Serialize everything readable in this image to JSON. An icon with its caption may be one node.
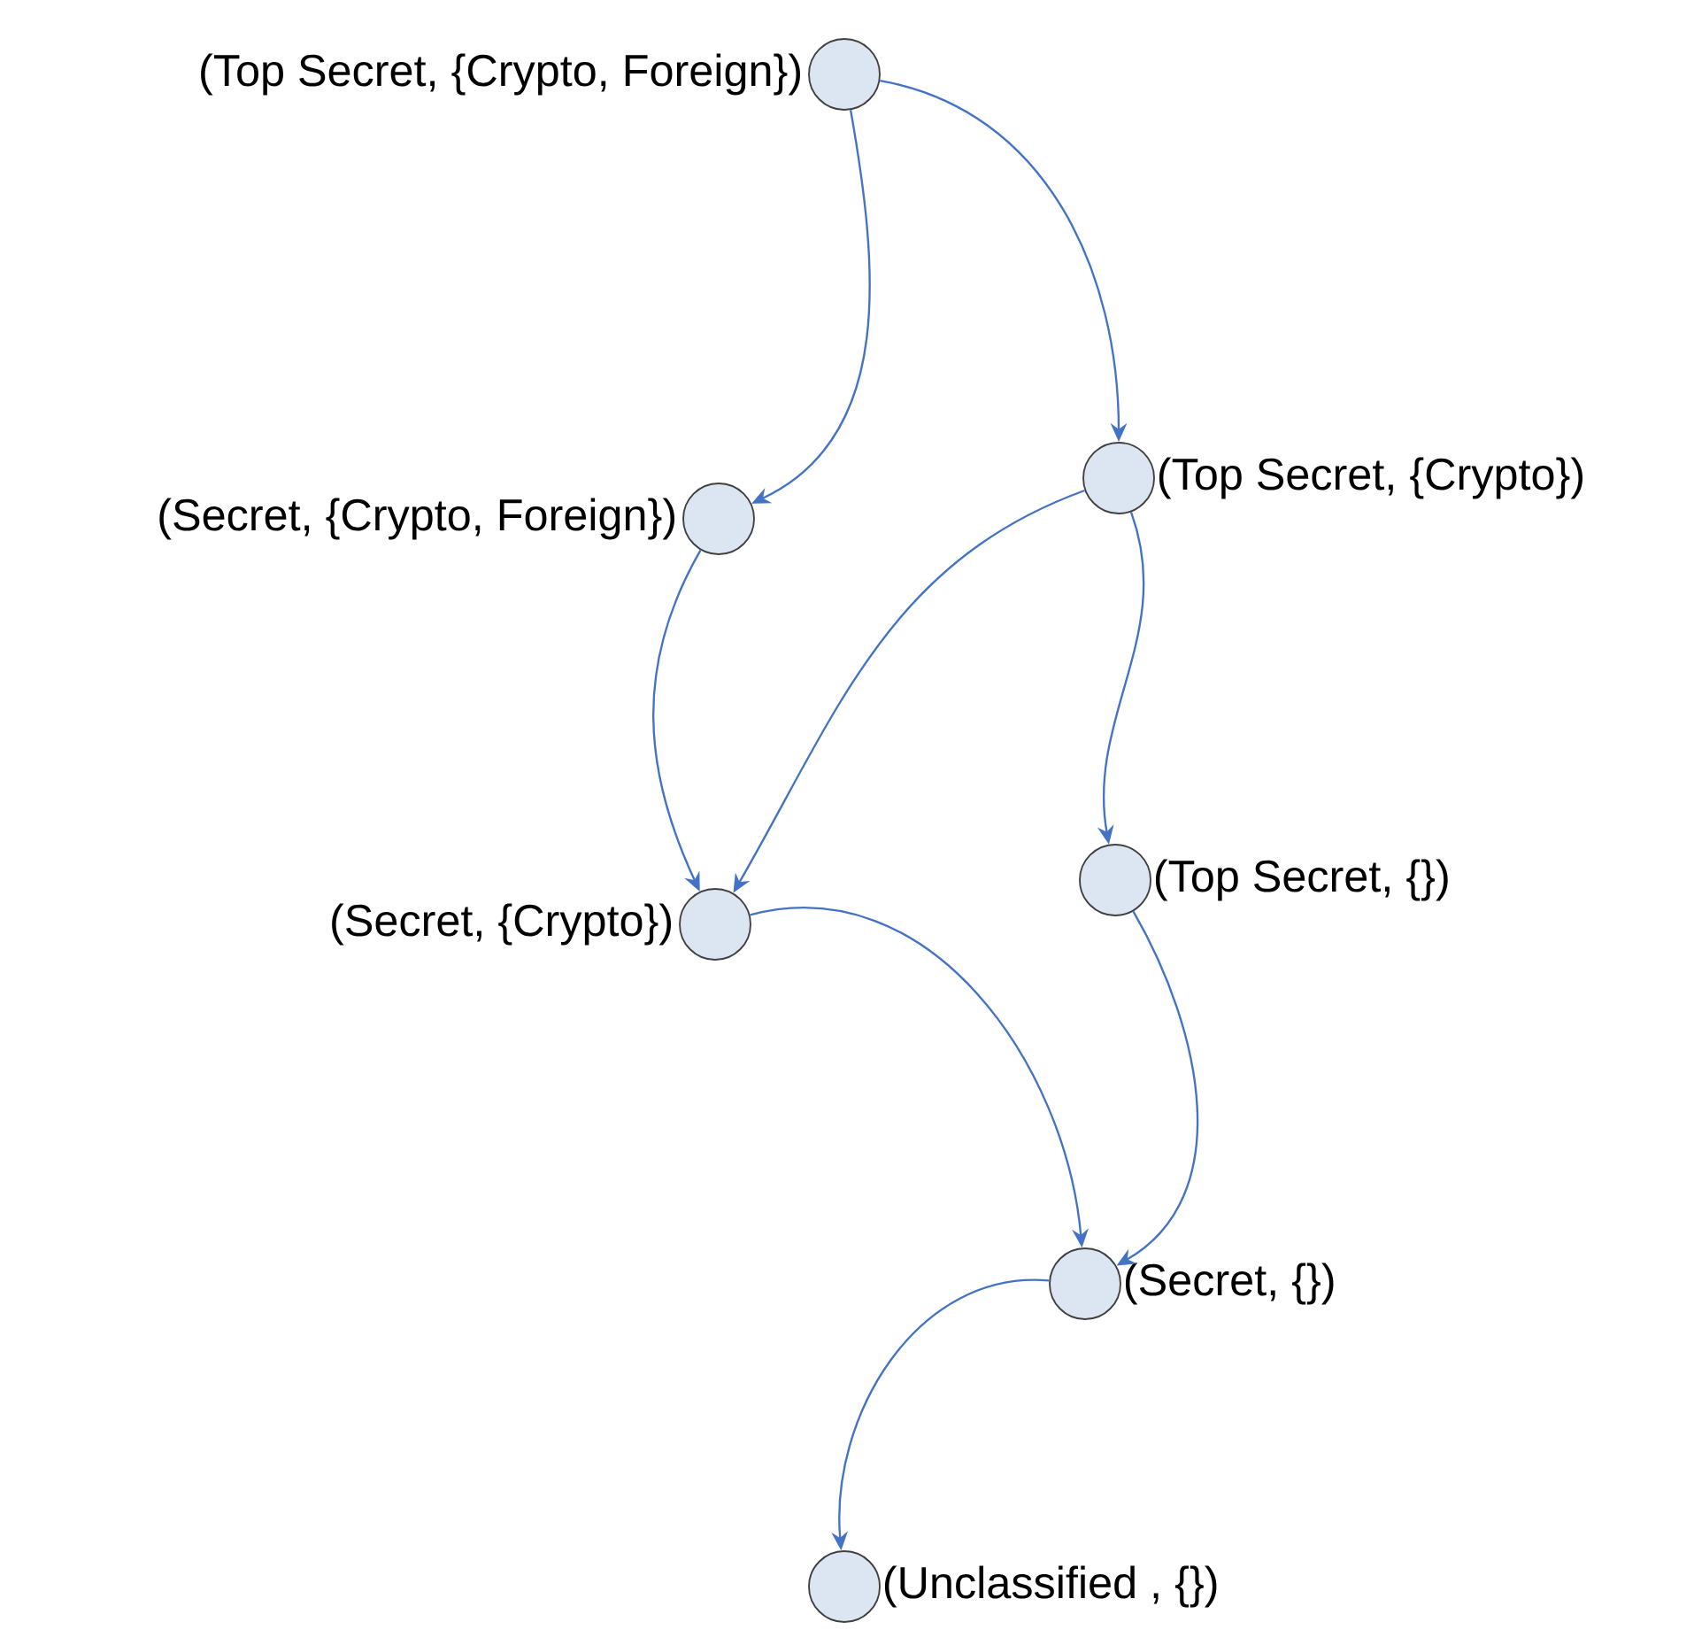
{
  "diagram": {
    "nodes": [
      {
        "text": [],
        "shape": "circle",
        "beside": [
          "(Top Secret, {Crypto, Foreign})"
        ]
      },
      {
        "text": [],
        "shape": "circle",
        "beside": [
          "(Top Secret, {Crypto})"
        ]
      },
      {
        "text": [],
        "shape": "circle",
        "beside": [
          "(Secret, {Crypto, Foreign})"
        ]
      },
      {
        "text": [],
        "shape": "circle",
        "beside": [
          "(Top Secret, {})"
        ]
      },
      {
        "text": [],
        "shape": "circle",
        "beside": [
          "(Secret, {Crypto})"
        ]
      },
      {
        "text": [],
        "shape": "circle",
        "beside": [
          "(Secret, {})"
        ]
      },
      {
        "text": [],
        "shape": "circle",
        "beside": [
          "(Unclassified , {})"
        ]
      }
    ],
    "edges": [
      {
        "from": 0,
        "to": 2,
        "arrow": "to"
      },
      {
        "from": 0,
        "to": 1,
        "arrow": "to"
      },
      {
        "from": 1,
        "to": 4,
        "arrow": "to"
      },
      {
        "from": 1,
        "to": 3,
        "arrow": "to"
      },
      {
        "from": 2,
        "to": 4,
        "arrow": "to"
      },
      {
        "from": 4,
        "to": 5,
        "arrow": "to"
      },
      {
        "from": 3,
        "to": 5,
        "arrow": "to"
      },
      {
        "from": 5,
        "to": 6,
        "arrow": "to"
      }
    ]
  }
}
